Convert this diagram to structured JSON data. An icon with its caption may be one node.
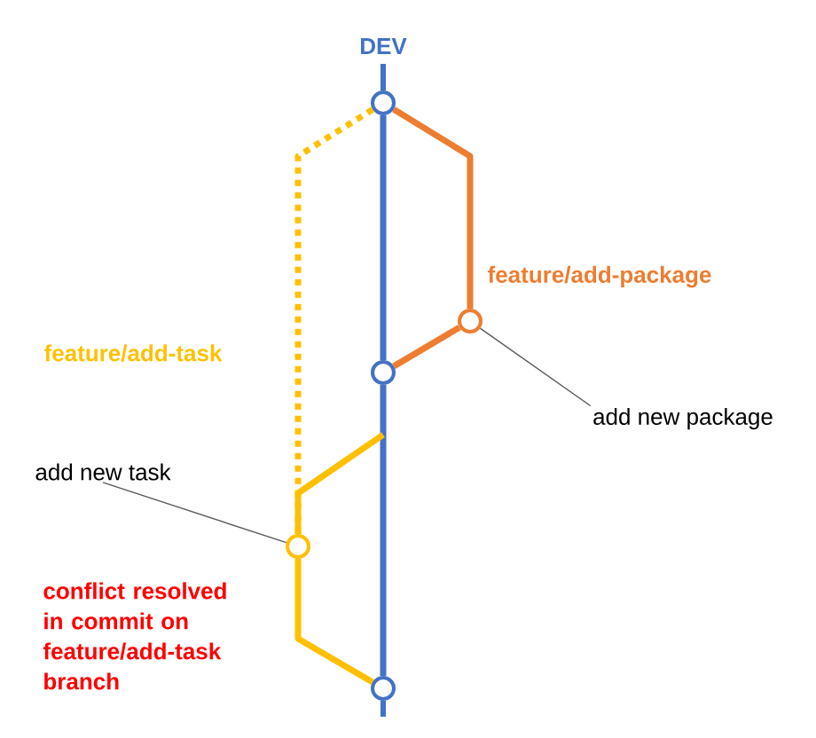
{
  "diagram": {
    "nodes": [
      {
        "text": [],
        "shape": "circle"
      },
      {
        "text": [],
        "shape": "circle"
      },
      {
        "text": [],
        "shape": "circle"
      },
      {
        "text": [],
        "shape": "circle"
      },
      {
        "text": [],
        "shape": "circle"
      },
      {
        "text": [
          "add new package"
        ]
      },
      {
        "text": [
          "add new task"
        ]
      }
    ],
    "edges": [
      {
        "from": 0,
        "to": 2,
        "arrow": "none",
        "color": "#4472c4"
      },
      {
        "from": 2,
        "to": 4,
        "arrow": "none",
        "color": "#4472c4"
      },
      {
        "from": 0,
        "to": 1,
        "arrow": "none",
        "color": "#ed7d31"
      },
      {
        "from": 1,
        "to": 2,
        "arrow": "none",
        "color": "#ed7d31"
      },
      {
        "from": 0,
        "to": 3,
        "arrow": "none",
        "style": "dashed",
        "color": "#ffc000"
      },
      {
        "from": null,
        "to": 3,
        "arrow": "none",
        "color": "#ffc000"
      },
      {
        "from": 3,
        "to": 4,
        "arrow": "none",
        "color": "#ffc000"
      },
      {
        "from": 5,
        "to": 1,
        "arrow": "none",
        "color": "#595959"
      },
      {
        "from": 6,
        "to": 3,
        "arrow": "none",
        "color": "#595959"
      }
    ],
    "labels": [
      "DEV",
      "feature/add-package",
      "feature/add-task",
      "conflict resolved in commit on feature/add-task branch"
    ]
  }
}
